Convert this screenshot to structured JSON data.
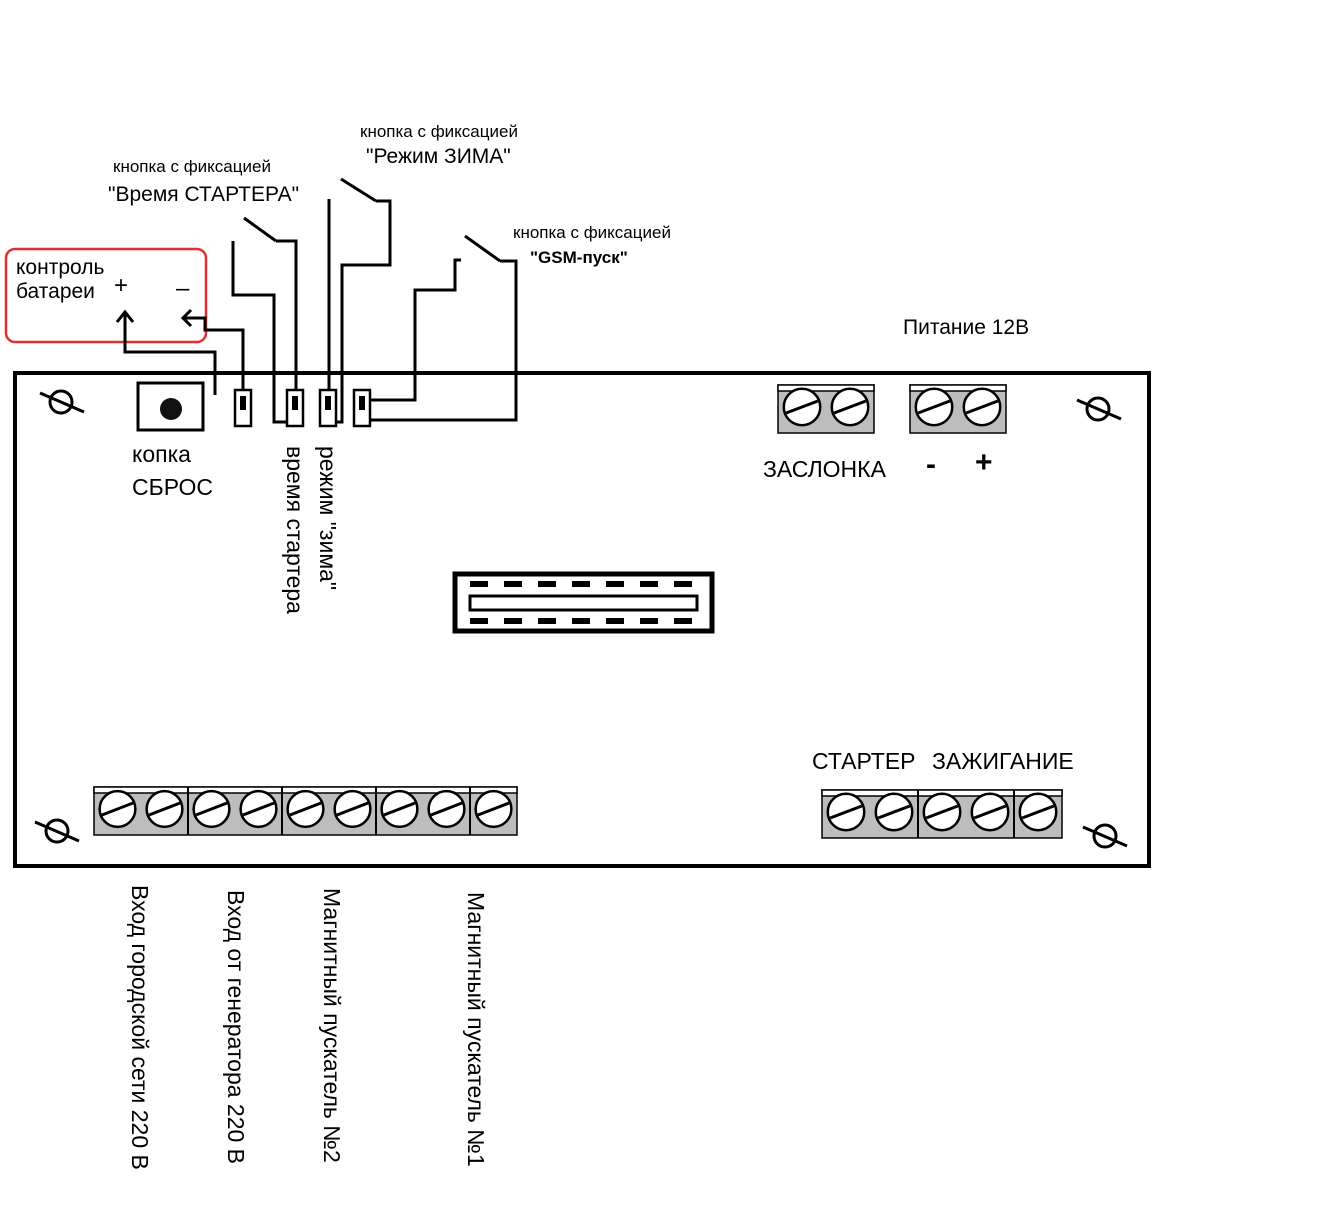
{
  "labels": {
    "btn_starter_time": {
      "line1": "кнопка с фиксацией",
      "line2": "\"Время СТАРТЕРА\""
    },
    "btn_winter": {
      "line1": "кнопка с фиксацией",
      "line2": "\"Режим ЗИМА\""
    },
    "btn_gsm": {
      "line1": "кнопка с фиксацией",
      "line2": "\"GSM-пуск\""
    },
    "battery": {
      "line1": "контроль",
      "line2": "батареи",
      "plus": "+",
      "minus": "–"
    },
    "power": "Питание 12В",
    "reset": {
      "line1": "копка",
      "line2": "СБРОС"
    },
    "starter_time_vertical": "время стартера",
    "winter_vertical": "режим \"зима\"",
    "damper": "ЗАСЛОНКА",
    "power_minus": "-",
    "power_plus": "+",
    "starter": "СТАРТЕР",
    "ignition": "ЗАЖИГАНИЕ",
    "bottom": [
      "Вход городской сети 220 В",
      "Вход от генератора 220 В",
      "Магнитный пускатель №2",
      "Магнитный пускатель №1"
    ]
  },
  "colors": {
    "battery_box": "#e03030",
    "battery_plus": "#e03030",
    "line": "#000000"
  }
}
